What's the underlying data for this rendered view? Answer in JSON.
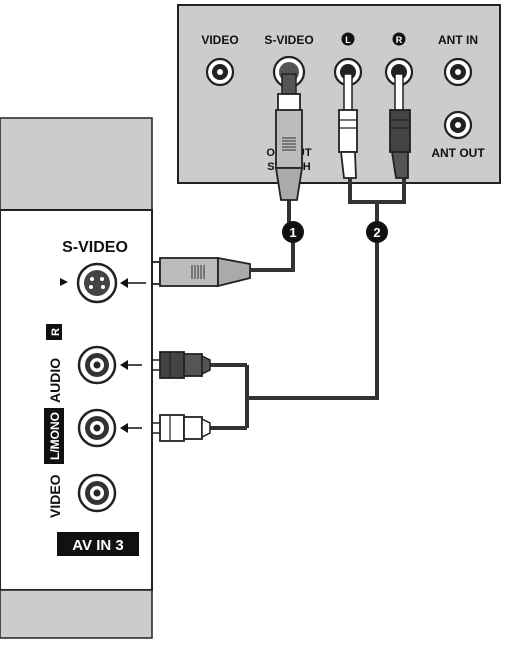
{
  "source_device": {
    "jacks": [
      {
        "label": "VIDEO"
      },
      {
        "label": "S-VIDEO"
      },
      {
        "label": "L",
        "style": "badge"
      },
      {
        "label": "R",
        "style": "badge"
      },
      {
        "label": "ANT IN"
      }
    ],
    "ant_out_label": "ANT OUT",
    "switch_label_line1": "OUTPUT",
    "switch_label_line2": "SWITCH",
    "panel_color": "#cccccc"
  },
  "tv_panel": {
    "s_video_label": "S-VIDEO",
    "video_label": "VIDEO",
    "lmono_label": "L/MONO",
    "audio_label": "AUDIO",
    "r_label": "R",
    "av_in_label": "AV IN 3",
    "panel_color": "#cccccc"
  },
  "callouts": [
    {
      "number": "1"
    },
    {
      "number": "2"
    }
  ],
  "colors": {
    "cable": "#333333",
    "red_plug": "#4a4a4a",
    "white_plug": "#ffffff",
    "badge": "#111111"
  }
}
